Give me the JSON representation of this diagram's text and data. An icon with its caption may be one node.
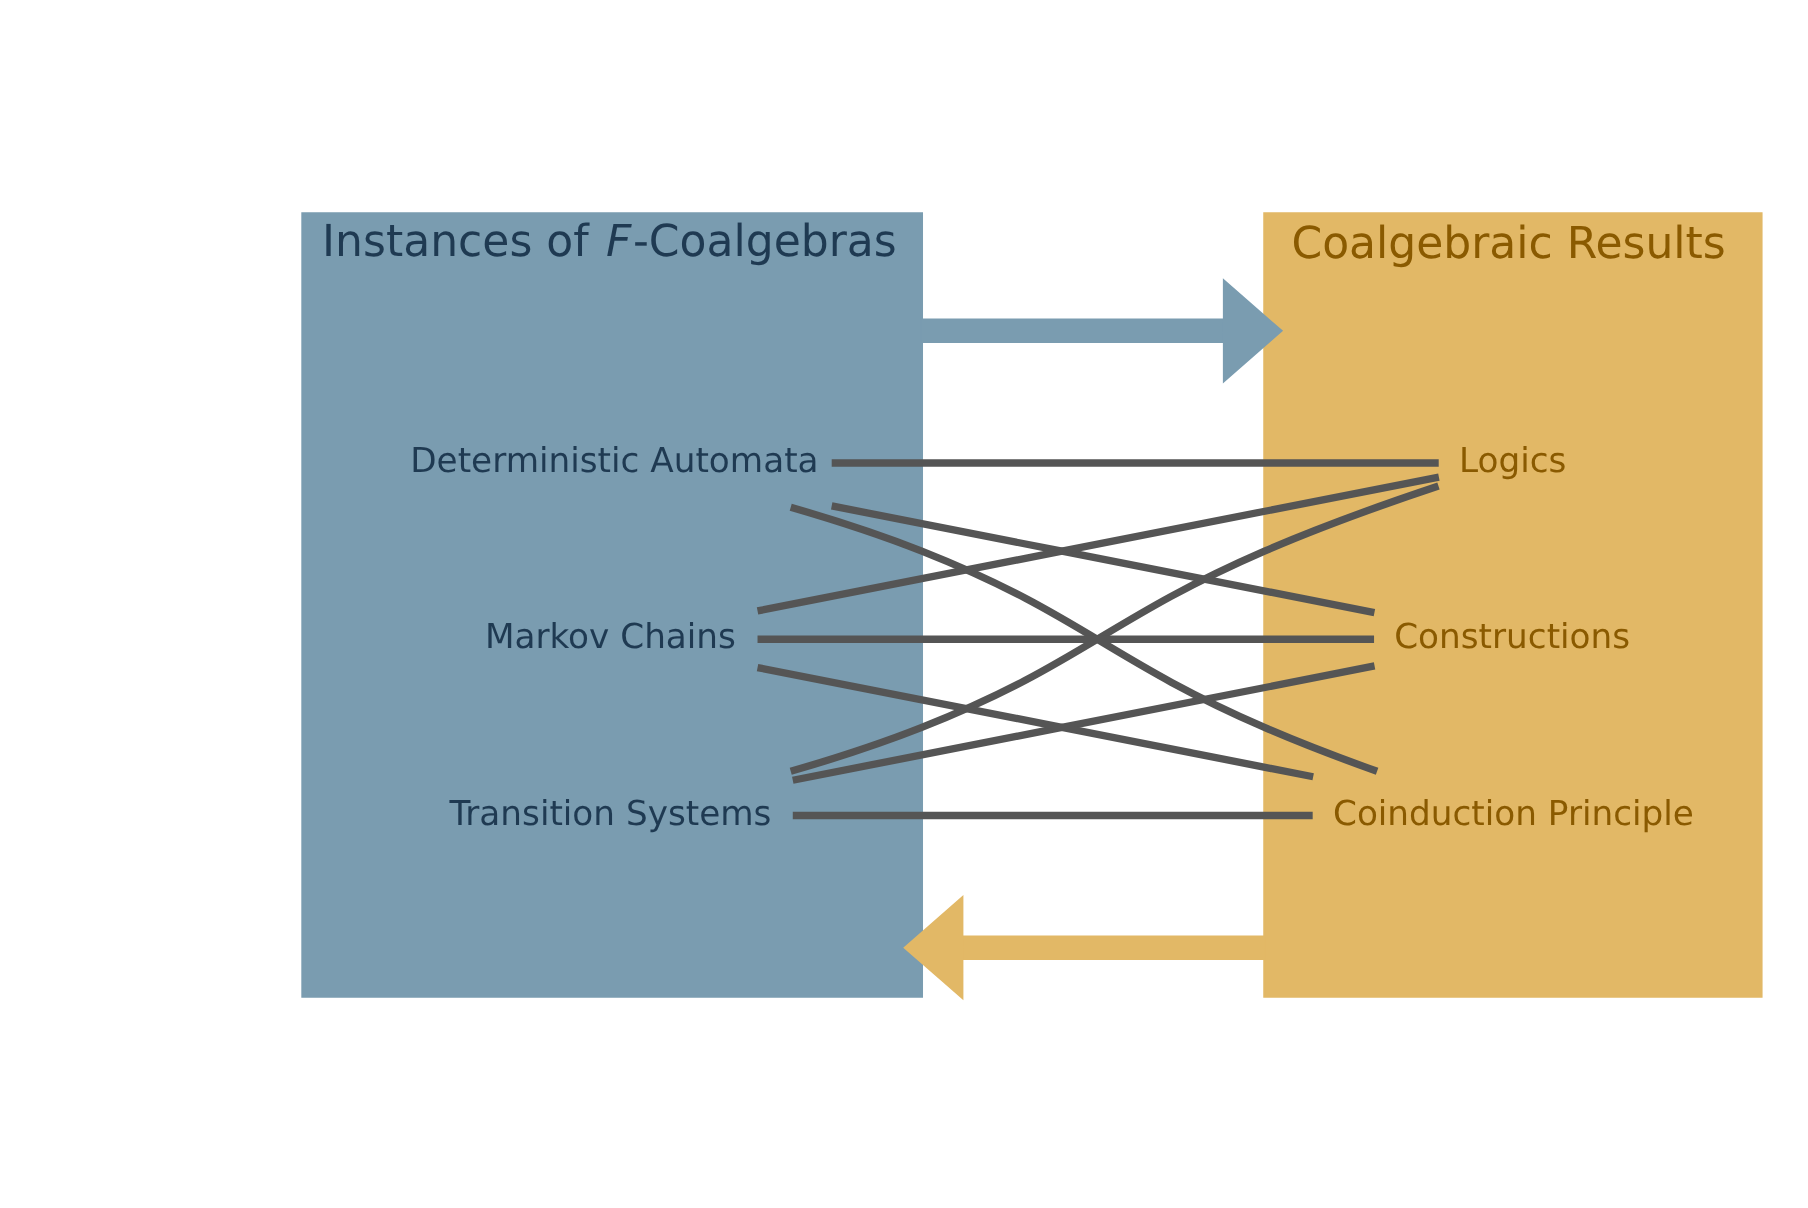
{
  "diagram": {
    "nodes": [
      {
        "text": [
          "Instances of *F*-Coalgebras"
        ]
      },
      {
        "text": [
          "Coalgebraic Results"
        ]
      },
      {
        "text": [
          "Transition Systems"
        ],
        "in": 0
      },
      {
        "text": [
          "Deterministic Automata"
        ],
        "in": 0
      },
      {
        "text": [
          "Markov Chains"
        ],
        "in": 0
      },
      {
        "text": [
          "Coinduction Principle"
        ],
        "in": 1
      },
      {
        "text": [
          "Logics"
        ],
        "in": 1
      },
      {
        "text": [
          "Constructions"
        ],
        "in": 1
      }
    ],
    "edges": [
      {
        "from": 0,
        "to": 1,
        "arrow": "to",
        "style": "thick",
        "color": "#7a9cb0"
      },
      {
        "from": 2,
        "to": 5,
        "arrow": "none"
      },
      {
        "from": 2,
        "to": 6,
        "arrow": "none"
      },
      {
        "from": 2,
        "to": 7,
        "arrow": "none"
      },
      {
        "from": 3,
        "to": 5,
        "arrow": "none"
      },
      {
        "from": 3,
        "to": 6,
        "arrow": "none"
      },
      {
        "from": 3,
        "to": 7,
        "arrow": "none"
      },
      {
        "from": 4,
        "to": 5,
        "arrow": "none"
      },
      {
        "from": 4,
        "to": 6,
        "arrow": "none"
      },
      {
        "from": 4,
        "to": 7,
        "arrow": "none"
      },
      {
        "from": 1,
        "to": 0,
        "arrow": "to",
        "style": "thick",
        "color": "#e2b866"
      }
    ]
  }
}
